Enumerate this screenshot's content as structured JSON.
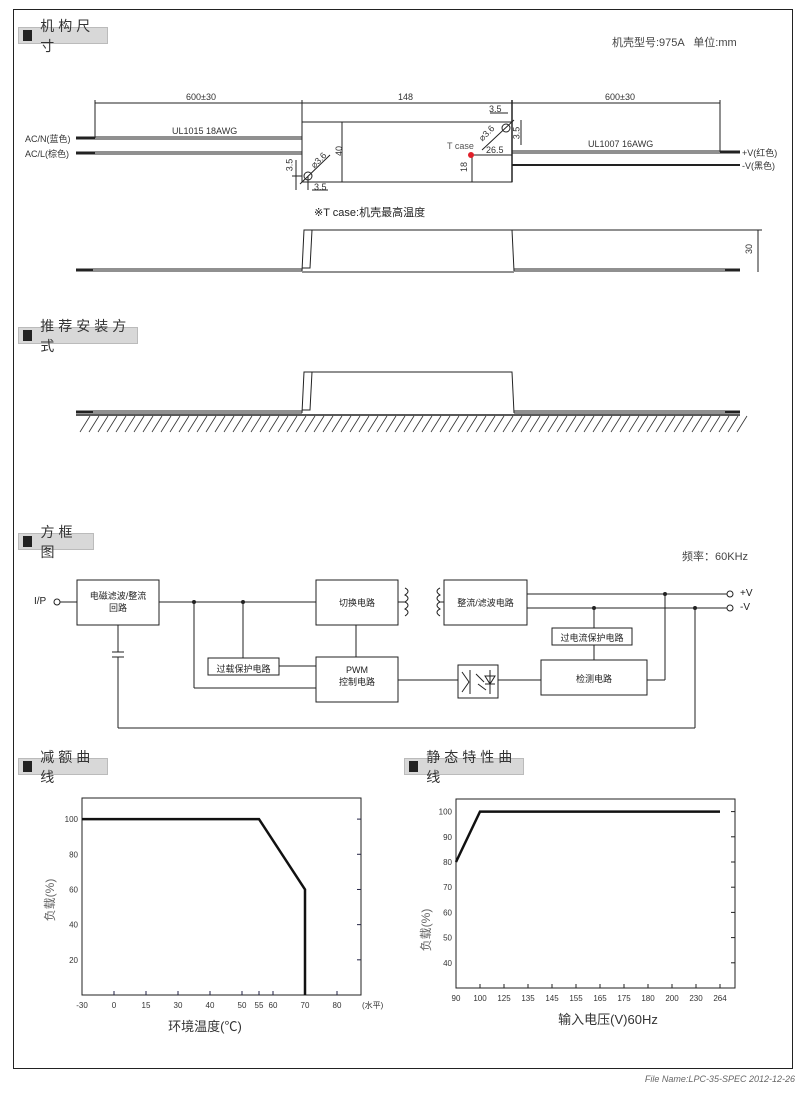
{
  "sections": {
    "mechanical": "机构尺寸",
    "mounting": "推荐安装方式",
    "block_diagram": "方框图",
    "derating": "减额曲线",
    "static": "静态特性曲线"
  },
  "mechanical": {
    "case_info": "机壳型号:975A   单位:mm",
    "dim_left_wire": "600±30",
    "dim_body": "148",
    "dim_right_wire": "600±30",
    "wire_in_label": "UL1015 18AWG",
    "wire_out_label": "UL1007 16AWG",
    "ac_n": "AC/N(蓝色)",
    "ac_l": "AC/L(棕色)",
    "v_plus": "+V(红色)",
    "v_minus": "-V(黑色)",
    "tcase": "T case",
    "dim_height": "40",
    "dim_hole": "⌀3.6",
    "dim_hole_r": "⌀3.6",
    "dim_3_5_a": "3.5",
    "dim_3_5_b": "3.5",
    "dim_3_5_c": "3.5",
    "dim_3_5_d": "3.5",
    "dim_26_5": "26.5",
    "dim_18": "18",
    "tcase_note": "※T case:机壳最高温度",
    "dim_side_height": "30",
    "tcase_color": "#e0202a"
  },
  "block": {
    "frequency": "频率：60KHz",
    "ip": "I/P",
    "emi": "电磁滤波/整流",
    "emi2": "回路",
    "switch": "切换电路",
    "rect": "整流/滤波电路",
    "olp": "过载保护电路",
    "pwm": "PWM",
    "pwm2": "控制电路",
    "ocp": "过电流保护电路",
    "detect": "检测电路",
    "vplus": "+V",
    "vminus": "-V"
  },
  "chart_data": [
    {
      "type": "line",
      "title": "减额曲线",
      "xlabel": "环境温度(℃)",
      "ylabel": "负载(%)",
      "x_ticks": [
        "-30",
        "0",
        "15",
        "30",
        "40",
        "50",
        "55",
        "60",
        "70",
        "80"
      ],
      "x_unit_note": "(水平)",
      "y_ticks": [
        "20",
        "40",
        "60",
        "80",
        "100"
      ],
      "ylim": [
        0,
        112
      ],
      "series": [
        {
          "name": "derating",
          "x_tick_index": [
            0,
            6,
            8,
            8
          ],
          "x": [
            -30,
            55,
            70,
            70
          ],
          "y": [
            100,
            100,
            60,
            0
          ]
        }
      ]
    },
    {
      "type": "line",
      "title": "静态特性曲线",
      "xlabel": "输入电压(V)60Hz",
      "ylabel": "负载(%)",
      "x_ticks": [
        "90",
        "100",
        "125",
        "135",
        "145",
        "155",
        "165",
        "175",
        "180",
        "200",
        "230",
        "264"
      ],
      "y_ticks": [
        "40",
        "50",
        "60",
        "70",
        "80",
        "90",
        "100"
      ],
      "ylim": [
        30,
        105
      ],
      "series": [
        {
          "name": "static",
          "x": [
            90,
            100,
            264
          ],
          "y": [
            80,
            100,
            100
          ]
        }
      ]
    }
  ],
  "footer": "File Name:LPC-35-SPEC   2012-12-26"
}
